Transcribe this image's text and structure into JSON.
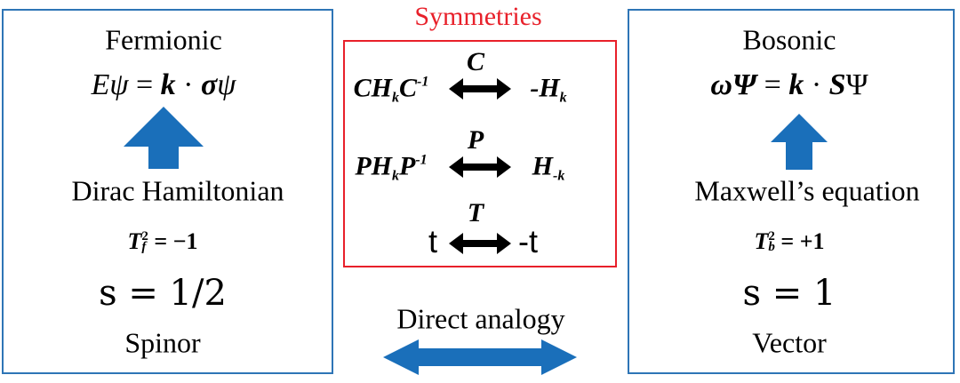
{
  "left": {
    "title": "Fermionic",
    "equation": {
      "lhs": "Eψ",
      "eq": "=",
      "k": "k",
      "dot": "·",
      "sigma": "σ",
      "psi": "ψ"
    },
    "source": "Dirac Hamiltonian",
    "trs": {
      "T": "T",
      "sub": "f",
      "sup": "2",
      "rhs": "= −1"
    },
    "spin": "s = 1/2",
    "type": "Spinor"
  },
  "right": {
    "title": "Bosonic",
    "equation": {
      "lhs": "ωΨ",
      "eq": "=",
      "k": "k",
      "dot": "·",
      "S": "S",
      "psi": "Ψ"
    },
    "source": "Maxwell’s equation",
    "trs": {
      "T": "T",
      "sub": "b",
      "sup": "2",
      "rhs": "= +1"
    },
    "spin": "s = 1",
    "type": "Vector"
  },
  "center": {
    "title": "Symmetries",
    "rows": [
      {
        "op": "C",
        "lhs_a": "CH",
        "lhs_sub": "k",
        "lhs_b": "C",
        "lhs_sup": "-1",
        "rhs": "-H",
        "rhs_sub": "k"
      },
      {
        "op": "P",
        "lhs_a": "PH",
        "lhs_sub": "k",
        "lhs_b": "P",
        "lhs_sup": "-1",
        "rhs": "H",
        "rhs_sub": "-k"
      },
      {
        "op": "T",
        "lhs": "t",
        "rhs": "-t"
      }
    ],
    "analogy": "Direct analogy"
  },
  "colors": {
    "blue": "#2e75b6",
    "arrow": "#1a6fba",
    "red": "#e8202a"
  }
}
